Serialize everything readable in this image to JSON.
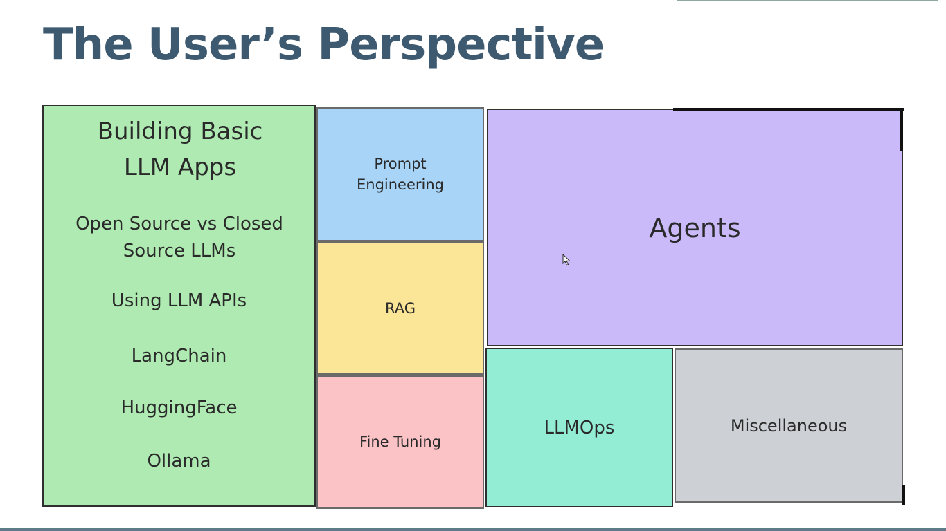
{
  "title": "The User’s Perspective",
  "boxes": {
    "basic": {
      "title": "Building Basic LLM Apps",
      "items": [
        "Open Source vs Closed Source LLMs",
        "Using LLM APIs",
        "LangChain",
        "HuggingFace",
        "Ollama"
      ]
    },
    "prompt_engineering": "Prompt Engineering",
    "rag": "RAG",
    "fine_tuning": "Fine Tuning",
    "agents": "Agents",
    "llmops": "LLMOps",
    "miscellaneous": "Miscellaneous"
  },
  "colors": {
    "title": "#3e5a70",
    "basic": "#aeeab1",
    "prompt_engineering": "#a8d4f8",
    "rag": "#fbe597",
    "fine_tuning": "#fbc3c6",
    "agents": "#cabafa",
    "llmops": "#93edd4",
    "miscellaneous": "#cdd0d4"
  },
  "icons": {
    "cursor": "mouse-pointer-icon"
  }
}
